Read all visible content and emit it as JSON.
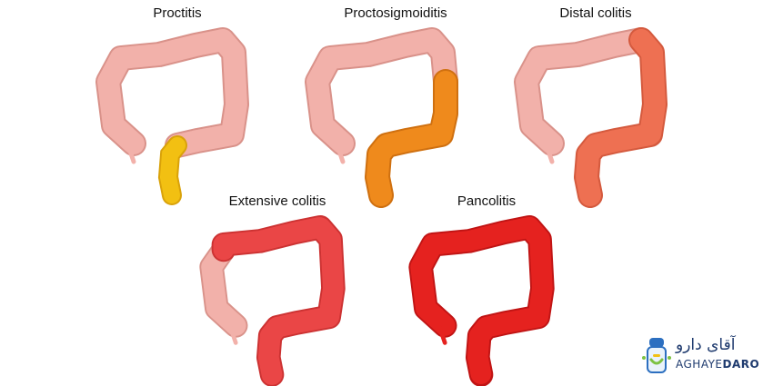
{
  "diagrams": [
    {
      "label": "Proctitis"
    },
    {
      "label": "Proctosigmoiditis"
    },
    {
      "label": "Distal colitis"
    },
    {
      "label": "Extensive colitis"
    },
    {
      "label": "Pancolitis"
    }
  ],
  "colors": {
    "healthy": "#f2b1aa",
    "proctitis": "#f2c012",
    "proctosigmoiditis": "#ef8a1c",
    "distal": "#ee7052",
    "extensive": "#ea4646",
    "pancolitis": "#e5221f"
  },
  "logo": {
    "text_fa": "آقای دارو",
    "text_en_left": "AGHAYE",
    "text_en_right": "DARO",
    "icon": "medicine-bottle-icon"
  }
}
